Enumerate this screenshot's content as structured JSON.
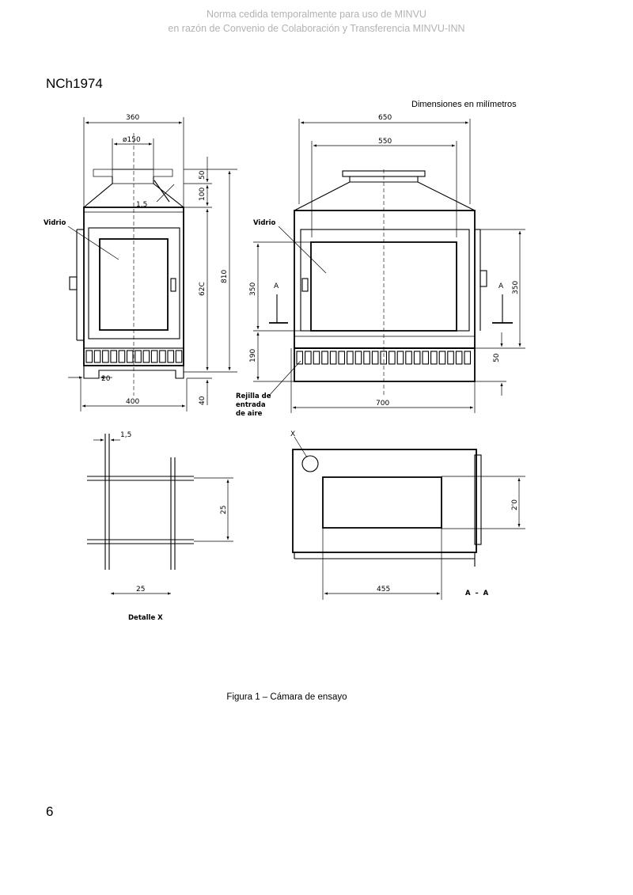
{
  "watermark": {
    "line1": "Norma cedida temporalmente para uso de MINVU",
    "line2": "en razón de Convenio de Colaboración y Transferencia MINVU-INN"
  },
  "header": {
    "doc_code": "NCh1974"
  },
  "units_note": "Dimensiones en milímetros",
  "figure": {
    "front_view": {
      "dim_width_top": "360",
      "dim_flue": "ø150",
      "dim_wall": "1,5",
      "dim_v50": "50",
      "dim_v100": "100",
      "dim_v620": "62C",
      "dim_v810": "810",
      "dim_v40": "40",
      "dim_foot": "20",
      "dim_base_width": "400",
      "label_glass": "Vidrio"
    },
    "side_view": {
      "dim_outer": "650",
      "dim_inner": "550",
      "dim_left_350": "350",
      "dim_left_190": "190",
      "dim_right_350": "350",
      "dim_right_50": "50",
      "dim_base": "700",
      "section_mark": "A",
      "label_glass": "Vidrio",
      "label_grille": "Rejilla de\nentrada\nde aire",
      "label_grille_lines": [
        "Rejilla de",
        "entrada",
        "de aire"
      ]
    },
    "detail_x": {
      "dim_wire": "1,5",
      "dim_v25": "25",
      "dim_h25": "25",
      "title": "Detalle X"
    },
    "section_aa": {
      "marker": "X",
      "dim_v210": "2'0",
      "dim_h455": "455",
      "title": "A  –  A"
    }
  },
  "caption": "Figura 1 – Cámara de ensayo",
  "page_number": "6"
}
